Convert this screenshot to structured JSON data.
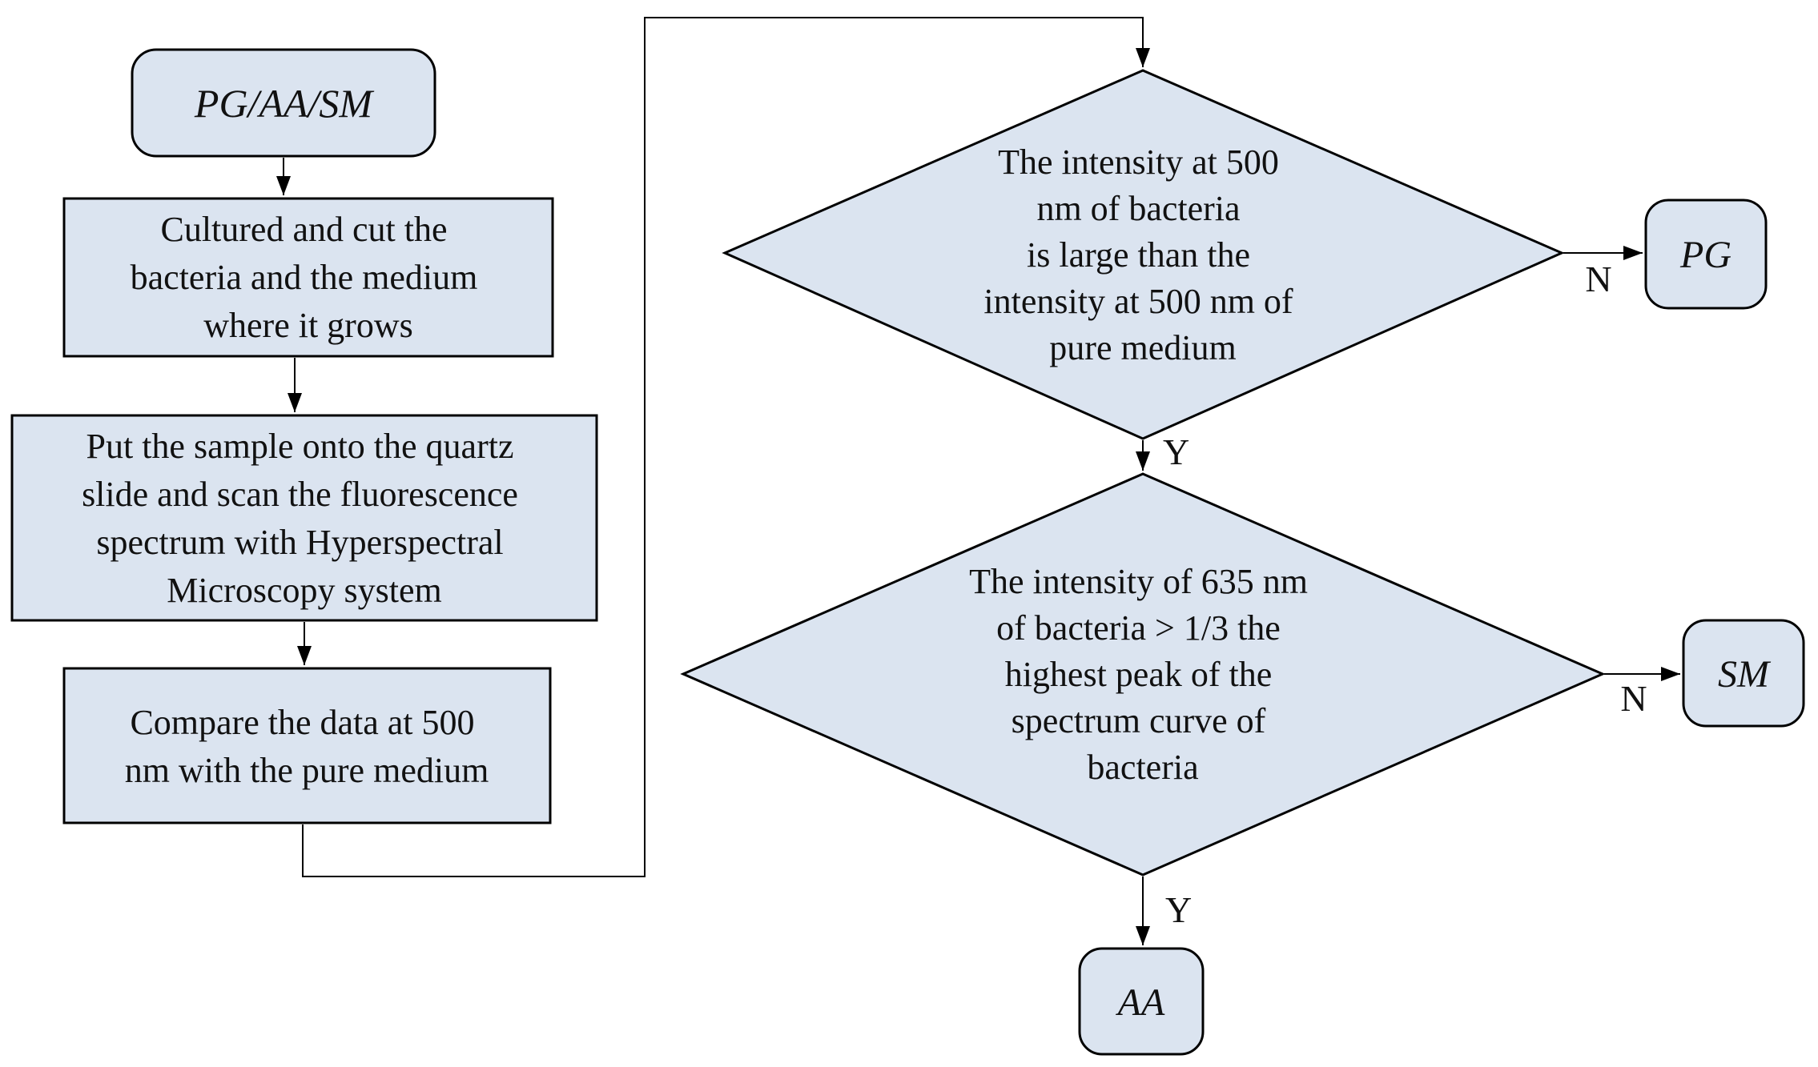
{
  "diagram": {
    "colors": {
      "node_fill": "#dbe4f0",
      "node_stroke": "#000000",
      "line": "#000000",
      "text": "#111111",
      "background": "#ffffff"
    },
    "nodes": {
      "start": {
        "label": "PG/AA/SM"
      },
      "culture": {
        "lines": [
          "Cultured and cut the",
          "bacteria and the medium",
          "where it grows"
        ]
      },
      "scan": {
        "lines": [
          "Put the sample onto the quartz",
          "slide and scan the fluorescence",
          "spectrum with Hyperspectral",
          "Microscopy system"
        ]
      },
      "compare": {
        "lines": [
          "Compare the data at 500",
          "nm with the pure medium"
        ]
      },
      "decision_500nm": {
        "lines": [
          "The intensity at 500",
          "nm of bacteria",
          "is large than the",
          "intensity at 500 nm of",
          "pure medium"
        ]
      },
      "decision_635nm": {
        "lines": [
          "The intensity of 635 nm",
          "of bacteria > 1/3 the",
          "highest peak of the",
          "spectrum curve of",
          "bacteria"
        ]
      },
      "pg": {
        "label": "PG"
      },
      "sm": {
        "label": "SM"
      },
      "aa": {
        "label": "AA"
      }
    },
    "edge_labels": {
      "decision_500nm_no": "N",
      "decision_500nm_yes": "Y",
      "decision_635nm_no": "N",
      "decision_635nm_yes": "Y"
    }
  }
}
